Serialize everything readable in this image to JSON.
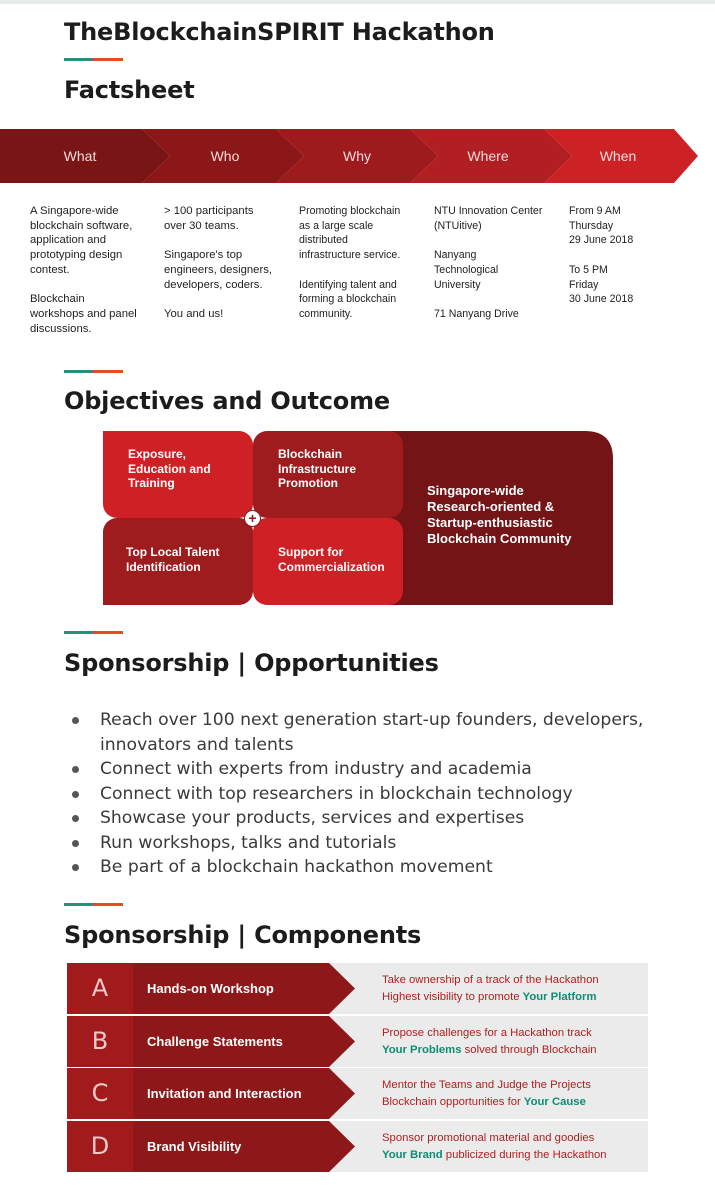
{
  "title": "TheBlockchainSPIRIT Hackathon",
  "colors": {
    "accent_green": "#2a8f7a",
    "accent_orange": "#e8492a",
    "dark_red": "#7a1515",
    "mid_red": "#a11b1d",
    "bright_red": "#cf2026",
    "highlight_green": "#0f8c74"
  },
  "factsheet": {
    "heading": "Factsheet",
    "columns": [
      {
        "label": "What",
        "text": "A Singapore-wide\nblockchain software,\napplication and\nprototyping design\ncontest.\n\nBlockchain\nworkshops and panel\ndiscussions."
      },
      {
        "label": "Who",
        "text": "> 100 participants\nover 30 teams.\n\nSingapore's top\nengineers, designers,\ndevelopers, coders.\n\n You and us!"
      },
      {
        "label": "Why",
        "text": "Promoting blockchain\nas a large scale\ndistributed\ninfrastructure service.\n\nIdentifying talent and\nforming a blockchain\ncommunity."
      },
      {
        "label": "Where",
        "text": "NTU Innovation Center\n(NTUitive)\n\nNanyang\nTechnological\nUniversity\n\n71 Nanyang Drive"
      },
      {
        "label": "When",
        "text": "From 9 AM\nThursday\n29 June 2018\n\nTo 5 PM\nFriday\n30 June 2018"
      }
    ]
  },
  "objectives": {
    "heading": "Objectives and Outcome",
    "items": [
      "Exposure,\nEducation and\nTraining",
      "Blockchain\nInfrastructure\nPromotion",
      "Top Local Talent\nIdentification",
      "Support for\nCommercialization"
    ],
    "plus_symbol": "+",
    "outcome": "Singapore-wide\nResearch-oriented &\nStartup-enthusiastic\nBlockchain Community"
  },
  "opportunities": {
    "heading": "Sponsorship | Opportunities",
    "bullets": [
      "Reach over 100 next generation start-up founders, developers, innovators and talents",
      "Connect with experts from industry and academia",
      "Connect with top researchers in blockchain technology",
      "Showcase your products, services and expertises",
      "Run workshops, talks and tutorials",
      "Be part of a blockchain hackathon movement"
    ]
  },
  "components": {
    "heading": "Sponsorship | Components",
    "rows": [
      {
        "letter": "A",
        "title": "Hands-on Workshop",
        "line1": "Take ownership of a track of the Hackathon",
        "line2_pre": "Highest visibility to promote ",
        "line2_hl": "Your Platform",
        "line2_post": ""
      },
      {
        "letter": "B",
        "title": "Challenge Statements",
        "line1": "Propose challenges for a Hackathon track",
        "line2_pre": "",
        "line2_hl": "Your Problems",
        "line2_post": " solved through Blockchain"
      },
      {
        "letter": "C",
        "title": "Invitation and Interaction",
        "line1": "Mentor the Teams and Judge the Projects",
        "line2_pre": "Blockchain opportunities for ",
        "line2_hl": "Your Cause",
        "line2_post": ""
      },
      {
        "letter": "D",
        "title": "Brand Visibility",
        "line1": "Sponsor promotional material and goodies",
        "line2_pre": "",
        "line2_hl": "Your Brand",
        "line2_post": " publicized during the Hackathon"
      }
    ]
  }
}
